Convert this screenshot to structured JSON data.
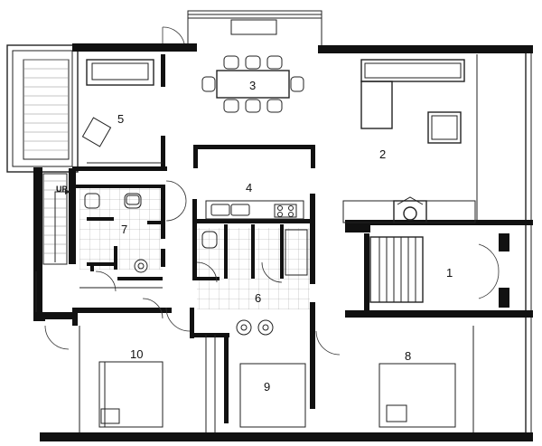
{
  "rooms": {
    "r1": "1",
    "r2": "2",
    "r3": "3",
    "r4": "4",
    "r5": "5",
    "r6": "6",
    "r7": "7",
    "r8": "8",
    "r9": "9",
    "r10": "10"
  },
  "stair_label": "UP"
}
